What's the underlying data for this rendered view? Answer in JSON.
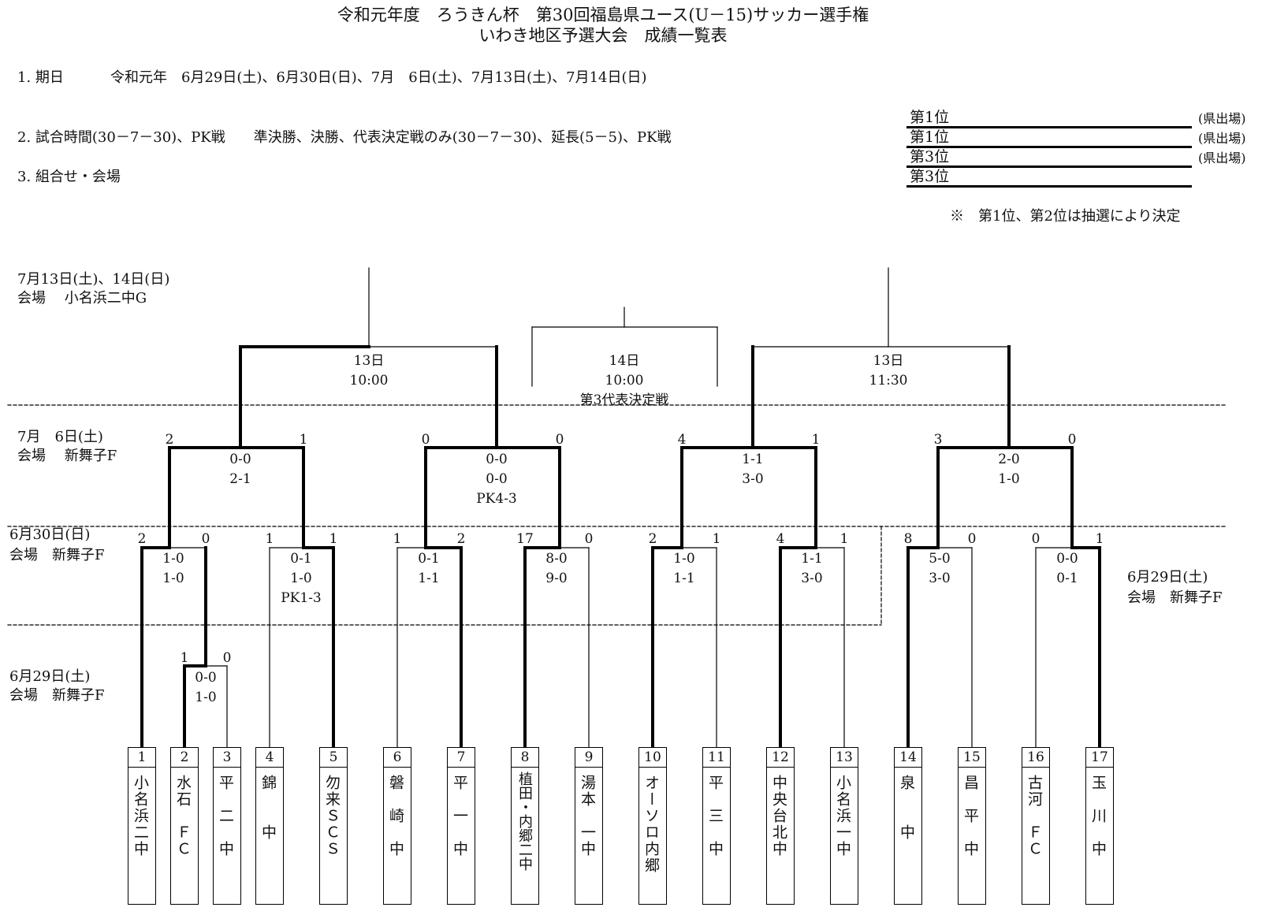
{
  "header": {
    "title_line1": "令和元年度　ろうきん杯　第30回福島県ユース(U－15)サッカー選手権",
    "title_line2": "いわき地区予選大会　成績一覧表"
  },
  "info": {
    "item1_label": "1. 期日",
    "item1_value": "令和元年　6月29日(土)、6月30日(日)、7月　6日(土)、7月13日(土)、7月14日(日)",
    "item2": "2. 試合時間(30－7－30)、PK戦　　準決勝、決勝、代表決定戦のみ(30－7－30)、延長(5－5)、PK戦",
    "item3": "3. 組合せ・会場"
  },
  "ranking": {
    "rows": [
      {
        "label": "第1位",
        "note": "(県出場)"
      },
      {
        "label": "第1位",
        "note": "(県出場)"
      },
      {
        "label": "第3位",
        "note": "(県出場)"
      },
      {
        "label": "第3位",
        "note": ""
      }
    ],
    "footnote": "※　第1位、第2位は抽選により決定"
  },
  "rounds": {
    "r_semi_date": "7月13日(土)、14日(日)",
    "r_semi_venue": "会場　 小名浜二中G",
    "r_qf_date": "7月　6日(土)",
    "r_qf_venue": "会場　 新舞子F",
    "r_r16_date": "6月30日(日)",
    "r_r16_venue": "会場　新舞子F",
    "r_r32_date": "6月29日(土)",
    "r_r32_venue": "会場　新舞子F",
    "r_right_date": "6月29日(土)",
    "r_right_venue": "会場　新舞子F"
  },
  "semis": {
    "left": {
      "day": "13日",
      "time": "10:00"
    },
    "right": {
      "day": "13日",
      "time": "11:30"
    },
    "third": {
      "day": "14日",
      "time": "10:00",
      "label": "第3代表決定戦"
    }
  },
  "qf": [
    {
      "left": "2",
      "right": "1",
      "s1": "0-0",
      "s2": "2-1",
      "s3": ""
    },
    {
      "left": "0",
      "right": "0",
      "s1": "0-0",
      "s2": "0-0",
      "s3": "PK4-3"
    },
    {
      "left": "4",
      "right": "1",
      "s1": "1-1",
      "s2": "3-0",
      "s3": ""
    },
    {
      "left": "3",
      "right": "0",
      "s1": "2-0",
      "s2": "1-0",
      "s3": ""
    }
  ],
  "r16": [
    {
      "left": "2",
      "right": "0",
      "s1": "1-0",
      "s2": "1-0",
      "s3": ""
    },
    {
      "left": "1",
      "right": "1",
      "s1": "0-1",
      "s2": "1-0",
      "s3": "PK1-3"
    },
    {
      "left": "1",
      "right": "2",
      "s1": "0-1",
      "s2": "1-1",
      "s3": ""
    },
    {
      "left": "17",
      "right": "0",
      "s1": "8-0",
      "s2": "9-0",
      "s3": ""
    },
    {
      "left": "2",
      "right": "1",
      "s1": "1-0",
      "s2": "1-1",
      "s3": ""
    },
    {
      "left": "4",
      "right": "1",
      "s1": "1-1",
      "s2": "3-0",
      "s3": ""
    },
    {
      "left": "8",
      "right": "0",
      "s1": "5-0",
      "s2": "3-0",
      "s3": ""
    },
    {
      "left": "0",
      "right": "1",
      "s1": "0-0",
      "s2": "0-1",
      "s3": ""
    }
  ],
  "r32": {
    "left": "1",
    "right": "0",
    "s1": "0-0",
    "s2": "1-0"
  },
  "teams": [
    {
      "no": "1",
      "name": "小名浜二中"
    },
    {
      "no": "2",
      "name": "水石　ＦＣ"
    },
    {
      "no": "3",
      "name": "平　二　中"
    },
    {
      "no": "4",
      "name": "錦　　中"
    },
    {
      "no": "5",
      "name": "勿来ＳＣＳ"
    },
    {
      "no": "6",
      "name": "磐　崎　中"
    },
    {
      "no": "7",
      "name": "平　一　中"
    },
    {
      "no": "8",
      "name": "植田・内郷二中"
    },
    {
      "no": "9",
      "name": "湯本　一中"
    },
    {
      "no": "10",
      "name": "オーソロ内郷"
    },
    {
      "no": "11",
      "name": "平　三　中"
    },
    {
      "no": "12",
      "name": "中央台北中"
    },
    {
      "no": "13",
      "name": "小名浜一中"
    },
    {
      "no": "14",
      "name": "泉　　中"
    },
    {
      "no": "15",
      "name": "昌　平　中"
    },
    {
      "no": "16",
      "name": "古河　ＦＣ"
    },
    {
      "no": "17",
      "name": "玉　川　中"
    }
  ]
}
